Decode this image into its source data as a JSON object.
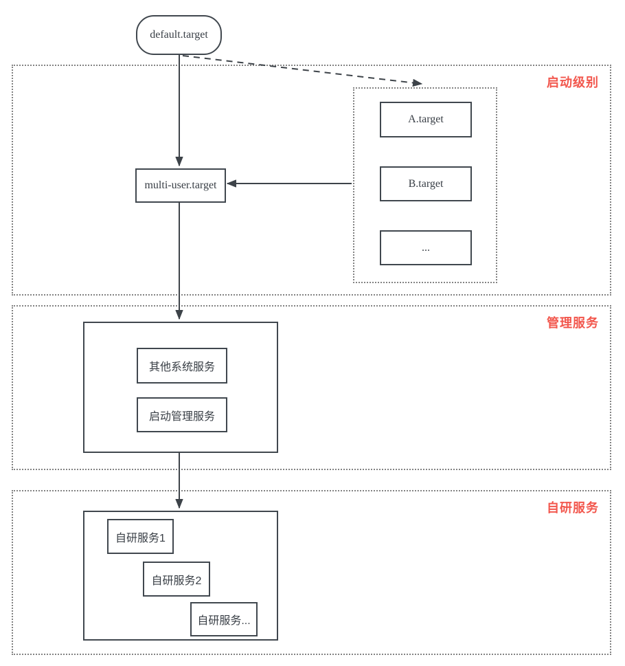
{
  "colors": {
    "section_label_red": "#f2574d",
    "box_border": "#40474e",
    "connector": "#3d4349",
    "dotted_border": "#828282",
    "background": "#ffffff"
  },
  "nodes": {
    "default_target": "default.target",
    "multi_user_target": "multi-user.target",
    "a_target": "A.target",
    "b_target": "B.target",
    "ellipsis_target": "...",
    "other_system_services": "其他系统服务",
    "startup_mgmt_service": "启动管理服务",
    "self_dev_1": "自研服务1",
    "self_dev_2": "自研服务2",
    "self_dev_more": "自研服务..."
  },
  "sections": {
    "boot_level": {
      "label": "启动级别"
    },
    "management": {
      "label": "管理服务"
    },
    "self_developed": {
      "label": "自研服务"
    }
  }
}
